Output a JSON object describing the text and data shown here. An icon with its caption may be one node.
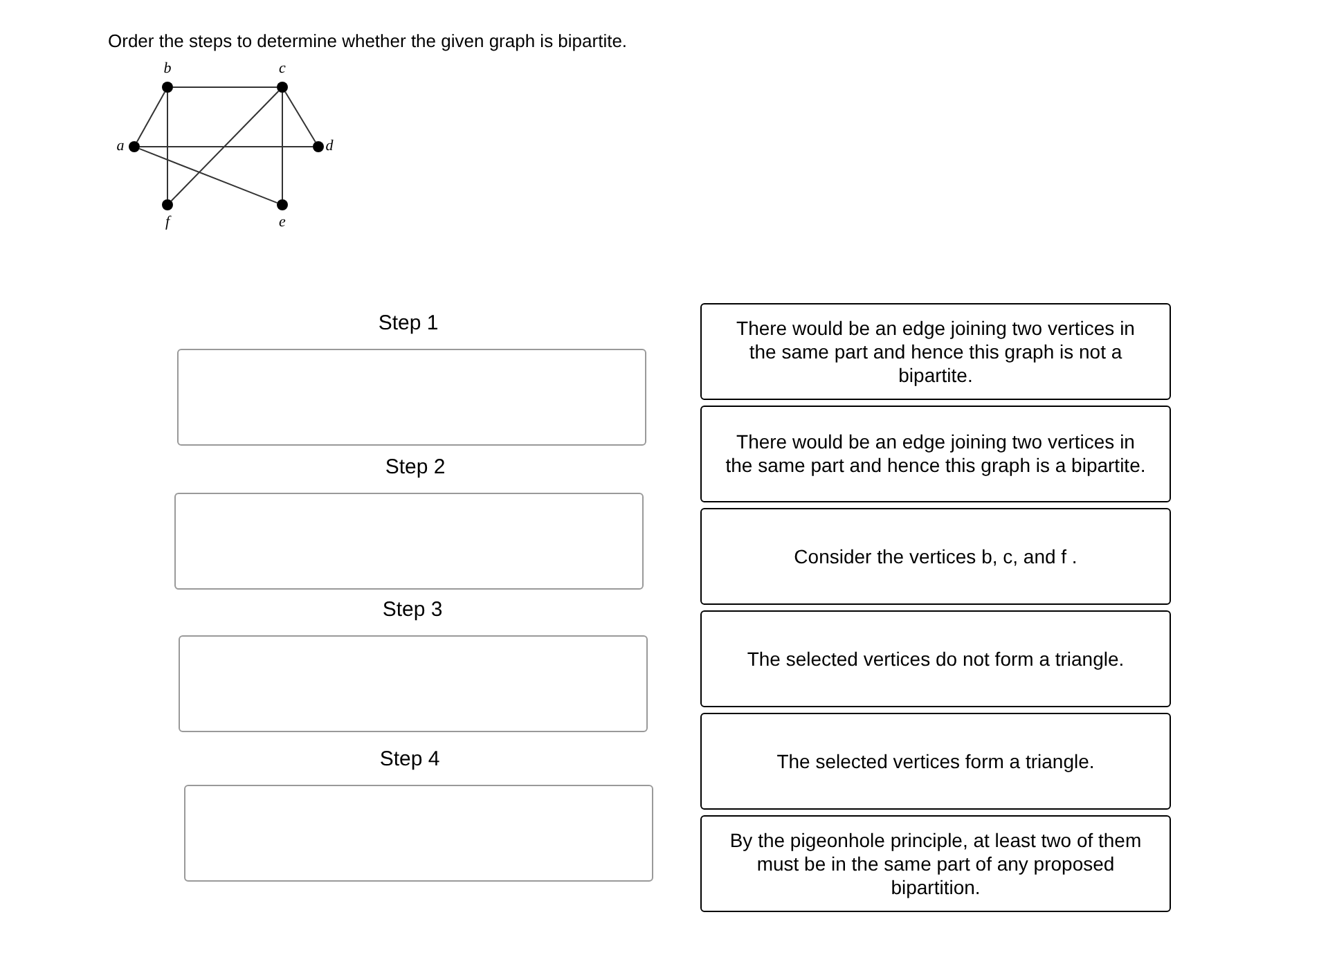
{
  "diagram": {
    "title": "Order the steps to determine whether the given graph is bipartite.",
    "nodes": [
      {
        "text": [],
        "shape": "circle",
        "beside": [
          "b"
        ]
      },
      {
        "text": [],
        "shape": "circle",
        "beside": [
          "c"
        ]
      },
      {
        "text": [],
        "shape": "circle",
        "beside": [
          "a"
        ]
      },
      {
        "text": [],
        "shape": "circle",
        "beside": [
          "d"
        ]
      },
      {
        "text": [],
        "shape": "circle",
        "beside": [
          "f"
        ]
      },
      {
        "text": [],
        "shape": "circle",
        "beside": [
          "e"
        ]
      },
      {
        "text": [
          "Step 1"
        ]
      },
      {
        "text": [
          "Step 2"
        ]
      },
      {
        "text": [
          "Step 3"
        ]
      },
      {
        "text": [
          "Step 4"
        ]
      },
      {
        "text": [
          "There would be an edge joining two vertices in the same part and hence this graph is not a bipartite."
        ]
      },
      {
        "text": [
          "There would be an edge joining two vertices in the same part and hence this graph is a bipartite."
        ]
      },
      {
        "text": [
          "Consider the vertices b, c, and f ."
        ]
      },
      {
        "text": [
          "The selected vertices do not form a triangle."
        ]
      },
      {
        "text": [
          "The selected vertices form a triangle."
        ]
      },
      {
        "text": [
          "By the pigeonhole principle, at least two of them must be in the same part of any proposed bipartition."
        ]
      }
    ],
    "edges": [
      {
        "from": 2,
        "to": 0,
        "arrow": "none"
      },
      {
        "from": 0,
        "to": 1,
        "arrow": "none"
      },
      {
        "from": 0,
        "to": 4,
        "arrow": "none"
      },
      {
        "from": 1,
        "to": 4,
        "arrow": "none"
      },
      {
        "from": 1,
        "to": 3,
        "arrow": "none"
      },
      {
        "from": 1,
        "to": 5,
        "arrow": "none"
      },
      {
        "from": 2,
        "to": 3,
        "arrow": "none"
      },
      {
        "from": 2,
        "to": 5,
        "arrow": "none"
      }
    ]
  }
}
